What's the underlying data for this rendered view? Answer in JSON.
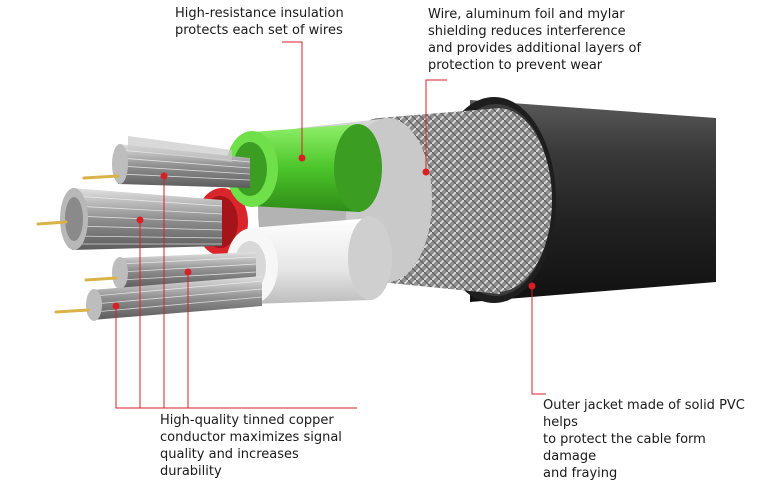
{
  "labels": {
    "insulation": "High-resistance insulation\nprotects each set of wires",
    "shielding": "Wire, aluminum foil and mylar\nshielding reduces interference\nand provides additional layers of\nprotection to prevent wear",
    "conductor": "High-quality tinned copper\nconductor maximizes signal\nquality and increases durability",
    "jacket": "Outer jacket made of solid PVC helps\nto protect the cable form damage\nand fraying"
  },
  "colors": {
    "callout_line": "#d91f26",
    "jacket": "#2b2b2b",
    "insulation_green": "#5ed13a",
    "insulation_red": "#d9262b",
    "insulation_white": "#f2f2f2",
    "copper_tin": "#a8a8a8",
    "core_gold": "#d9b34a"
  }
}
